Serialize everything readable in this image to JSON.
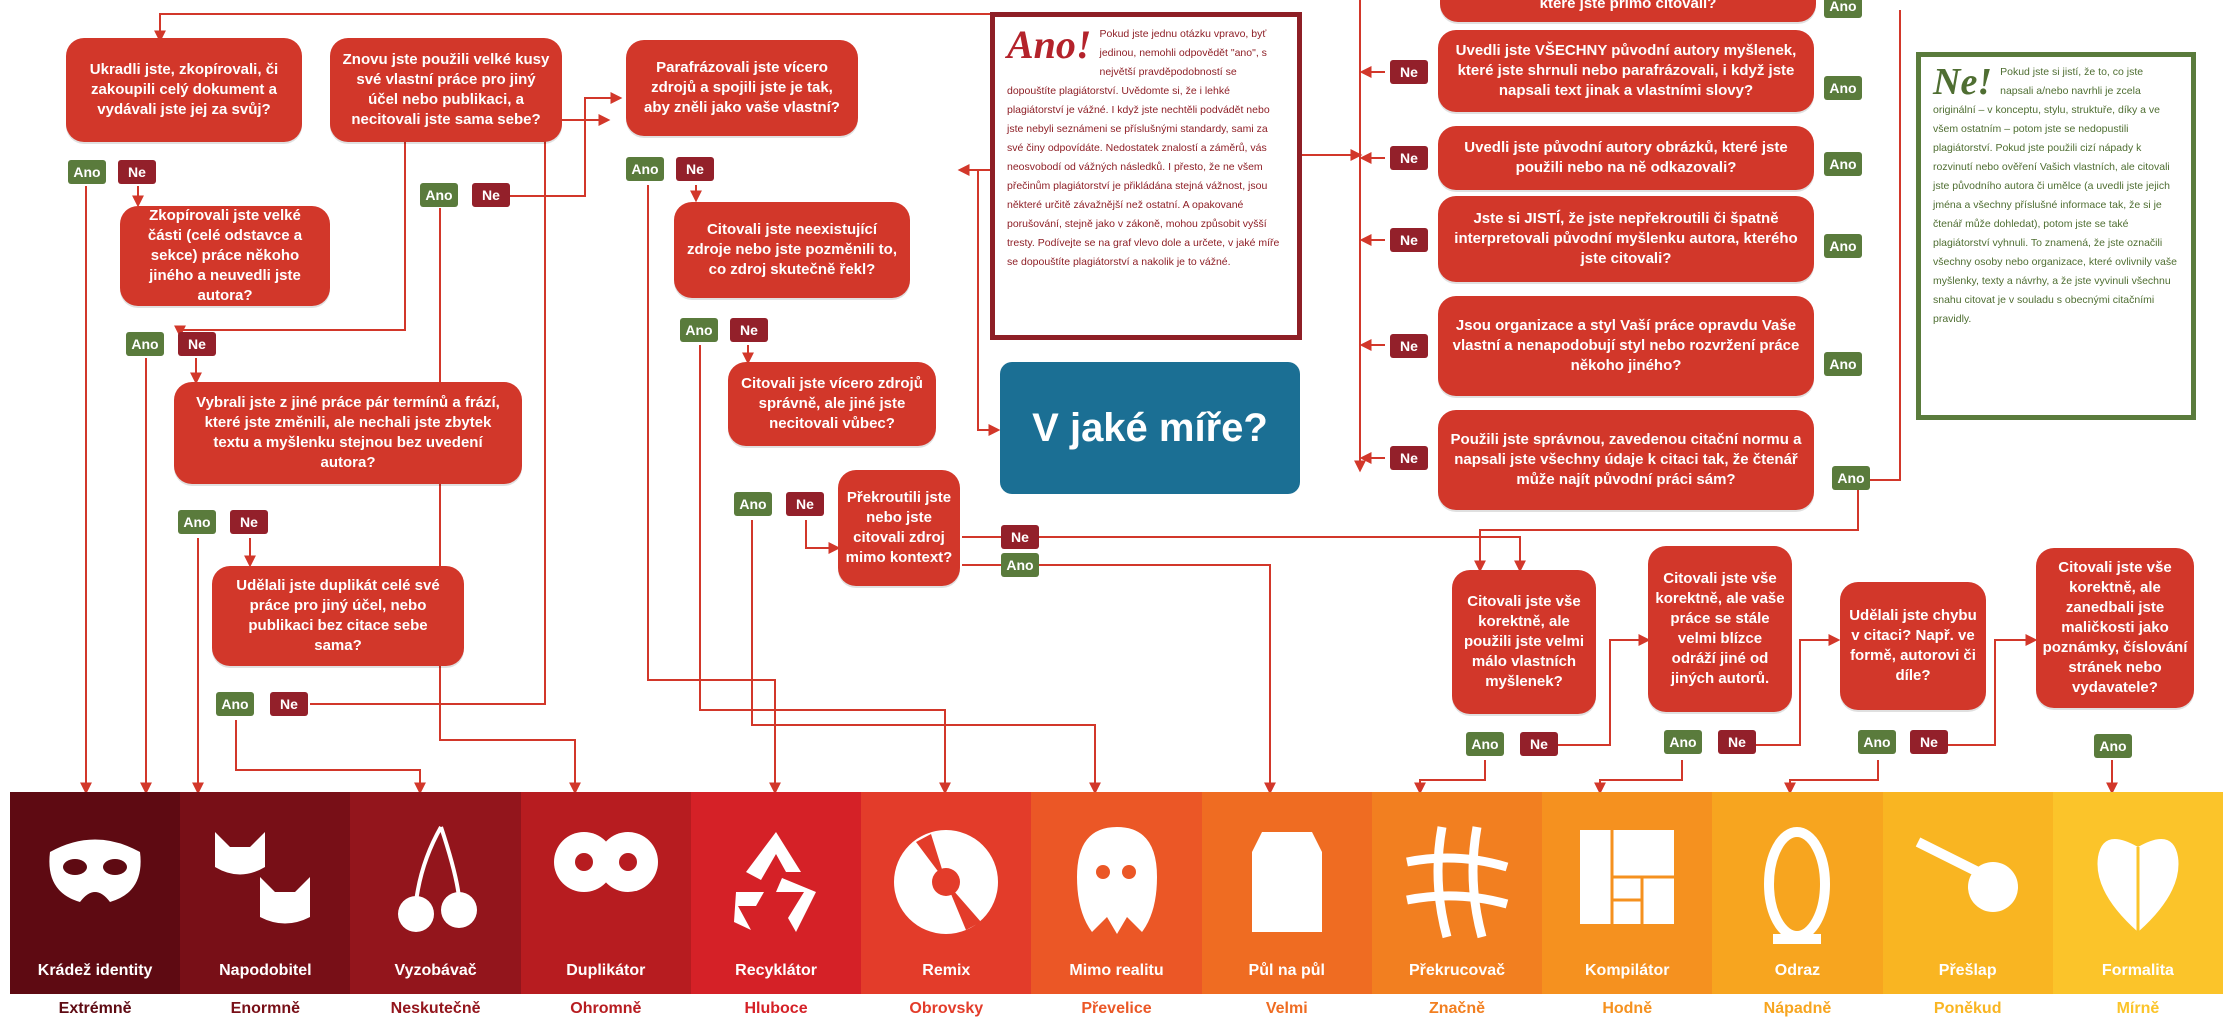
{
  "questions": {
    "q1": "Ukradli jste, zkopírovali, či zakoupili celý dokument a vydávali jste jej za svůj?",
    "q2": "Zkopírovali jste velké části (celé odstavce a sekce) práce někoho jiného a neuvedli jste autora?",
    "q3": "Vybrali jste z jiné práce pár termínů a frází, které jste změnili, ale nechali jste zbytek textu a myšlenku stejnou bez uvedení autora?",
    "q4": "Udělali jste duplikát celé své práce pro jiný účel, nebo publikaci bez citace sebe sama?",
    "q5": "Znovu jste použili velké kusy své vlastní práce pro jiný účel nebo publikaci, a necitovali jste sama sebe?",
    "q6": "Parafrázovali jste vícero zdrojů a spojili jste je tak, aby zněli jako vaše vlastní?",
    "q7": "Citovali jste neexistující zdroje nebo jste pozměnili to, co zdroj skutečně řekl?",
    "q8": "Citovali jste vícero zdrojů správně, ale jiné jste necitovali vůbec?",
    "q9": "Překroutili jste nebo jste citovali zdroj mimo kontext?",
    "r0": "které jste přímo citovali?",
    "r1": "Uvedli jste VŠECHNY původní autory myšlenek, které jste shrnuli nebo parafrázovali, i když jste napsali text jinak a vlastními slovy?",
    "r2": "Uvedli jste původní autory obrázků, které jste použili nebo na ně odkazovali?",
    "r3": "Jste si JISTÍ, že jste nepřekroutili či špatně interpretovali původní myšlenku autora, kterého jste citovali?",
    "r4": "Jsou organizace a styl Vaší práce opravdu Vaše vlastní a nenapodobují styl nebo rozvržení práce někoho jiného?",
    "r5": "Použili jste správnou, zavedenou citační normu a napsali jste všechny údaje k citaci tak, že čtenář může najít původní práci sám?",
    "b1": "Citovali jste vše korektně, ale použili jste velmi málo vlastních myšlenek?",
    "b2": "Citovali jste vše korektně, ale vaše práce se stále velmi blízce odráží jiné od jiných autorů.",
    "b3": "Udělali jste chybu v citaci? Např. ve formě, autorovi či díle?",
    "b4": "Citovali jste vše korektně, ale zanedbali jste maličkosti jako poznámky, číslování stránek nebo vydavatele?"
  },
  "labels": {
    "ano": "Ano",
    "ne": "Ne"
  },
  "ano_box": {
    "heading": "Ano!",
    "text": "Pokud jste jednu otázku vpravo, byť jedinou, nemohli odpovědět \"ano\", s největší pravděpodobností se dopouštíte plagiátorství. Uvědomte si, že i lehké plagiátorství je vážné. I když jste nechtěli podvádět nebo jste nebyli seznámeni se příslušnými standardy, sami za své činy odpovídáte. Nedostatek znalostí a záměrů, vás neosvobodí od vážných následků. I přesto, že ne všem přečinům plagiátorství je přikládána stejná vážnost, jsou některé určitě závažnější než ostatní. A opakované porušování, stejně jako v zákoně, mohou způsobit vyšší tresty. Podívejte se na graf vlevo dole a určete, v jaké míře se dopouštíte plagiátorství a nakolik je to vážné."
  },
  "ne_box": {
    "heading": "Ne!",
    "text": "Pokud jste si jistí, že to, co jste napsali a/nebo navrhli je zcela originální – v konceptu, stylu, struktuře, díky a ve všem ostatním – potom jste se nedopustili plagiátorství. Pokud jste použili cizí nápady k rozvinutí nebo ověření Vašich vlastních, ale citovali jste původního autora či umělce (a uvedli jste jejich jména a všechny příslušné informace tak, že si je čtenář může dohledat), potom jste se také plagiátorství vyhnuli. To znamená, že jste označili všechny osoby nebo organizace, které ovlivnily vaše myšlenky, texty a návrhy, a že jste vyvinuli všechnu snahu citovat je v souladu s obecnými citačními pravidly."
  },
  "center_title": "V jaké míře?",
  "scale": [
    {
      "name": "Krádež identity",
      "degree": "Extrémně",
      "color": "#5e0a12",
      "degree_color": "#5e0a12",
      "icon": "mask-icon"
    },
    {
      "name": "Napodobitel",
      "degree": "Enormně",
      "color": "#780f17",
      "degree_color": "#780f17",
      "icon": "cats-icon"
    },
    {
      "name": "Vyzobávač",
      "degree": "Neskutečně",
      "color": "#93151c",
      "degree_color": "#93151c",
      "icon": "cherries-icon"
    },
    {
      "name": "Duplikátor",
      "degree": "Ohromně",
      "color": "#b71c20",
      "degree_color": "#b71c20",
      "icon": "duplicate-icon"
    },
    {
      "name": "Recyklátor",
      "degree": "Hluboce",
      "color": "#d52127",
      "degree_color": "#d52127",
      "icon": "recycle-icon"
    },
    {
      "name": "Remix",
      "degree": "Obrovsky",
      "color": "#e33c2a",
      "degree_color": "#e33c2a",
      "icon": "disc-icon"
    },
    {
      "name": "Mimo realitu",
      "degree": "Převelice",
      "color": "#eb5726",
      "degree_color": "#eb5726",
      "icon": "ghost-icon"
    },
    {
      "name": "Půl na půl",
      "degree": "Velmi",
      "color": "#ef6c22",
      "degree_color": "#ef6c22",
      "icon": "box-icon"
    },
    {
      "name": "Překrucovač",
      "degree": "Značně",
      "color": "#f27f20",
      "degree_color": "#f27f20",
      "icon": "grid-icon"
    },
    {
      "name": "Kompilátor",
      "degree": "Hodně",
      "color": "#f5911f",
      "degree_color": "#f5911f",
      "icon": "layout-icon"
    },
    {
      "name": "Odraz",
      "degree": "Nápadně",
      "color": "#f7a51f",
      "degree_color": "#f7a51f",
      "icon": "mirror-icon"
    },
    {
      "name": "Přešlap",
      "degree": "Poněkud",
      "color": "#f9b522",
      "degree_color": "#f9b522",
      "icon": "magnifier-icon"
    },
    {
      "name": "Formalita",
      "degree": "Mírně",
      "color": "#fbc42a",
      "degree_color": "#fbc42a",
      "icon": "heart-icon"
    }
  ]
}
